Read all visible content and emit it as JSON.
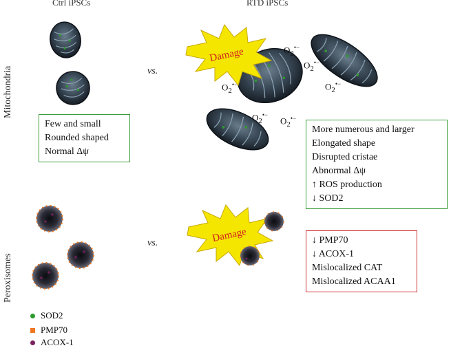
{
  "headers": {
    "ctrl": "Ctrl iPSCs",
    "rtd": "RTD iPSCs"
  },
  "rows": {
    "mito": "Mitochondria",
    "perox": "Peroxisomes"
  },
  "vs_label": "vs.",
  "damage_label": "Damage",
  "o2_label": "O",
  "o2_sub": "2",
  "o2_sup": "•−",
  "ctrl_mito_box": [
    "Few and small",
    "Rounded shaped",
    "Normal Δψ"
  ],
  "rtd_mito_box": [
    "More numerous and larger",
    "Elongated shape",
    "Disrupted cristae",
    "Abnormal Δψ",
    "↑ ROS production",
    "↓ SOD2"
  ],
  "rtd_perox_box": [
    "↓ PMP70",
    "↓ ACOX-1",
    "Mislocalized CAT",
    "Mislocalized ACAA1"
  ],
  "legend": [
    {
      "label": "SOD2",
      "color": "#2e9a2e",
      "shape": "dot"
    },
    {
      "label": "PMP70",
      "color": "#f07820",
      "shape": "square"
    },
    {
      "label": "ACOX-1",
      "color": "#7a2060",
      "shape": "dot"
    }
  ],
  "colors": {
    "green_box": "#3a9d3a",
    "red_box": "#d03030",
    "star_fill": "#f5e600",
    "damage_text": "#d02020"
  }
}
